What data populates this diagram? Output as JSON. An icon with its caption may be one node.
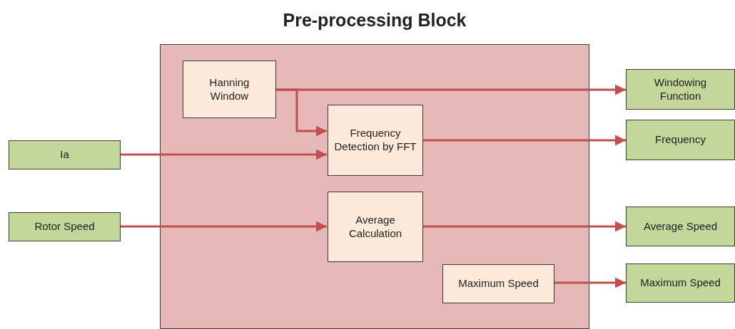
{
  "diagram": {
    "nodes": [
      {
        "text": [
          "Pre-processing Block"
        ]
      },
      {
        "text": [
          "Hanning Window"
        ],
        "in": 0
      },
      {
        "text": [
          "Frequency Detection by FFT"
        ],
        "in": 0
      },
      {
        "text": [
          "Average Calculation"
        ],
        "in": 0
      },
      {
        "text": [
          "Maximum Speed"
        ],
        "in": 0
      },
      {
        "text": [
          "Ia"
        ]
      },
      {
        "text": [
          "Rotor Speed"
        ]
      },
      {
        "text": [
          "Windowing Function"
        ]
      },
      {
        "text": [
          "Frequency"
        ]
      },
      {
        "text": [
          "Average Speed"
        ]
      },
      {
        "text": [
          "Maximum Speed"
        ]
      }
    ],
    "edges": [
      {
        "from": 1,
        "to": 7,
        "arrow": "to"
      },
      {
        "from": 1,
        "to": 2,
        "arrow": "to"
      },
      {
        "from": 5,
        "to": 2,
        "arrow": "to"
      },
      {
        "from": 2,
        "to": 8,
        "arrow": "to"
      },
      {
        "from": 6,
        "to": 3,
        "arrow": "to"
      },
      {
        "from": 3,
        "to": 9,
        "arrow": "to"
      },
      {
        "from": 4,
        "to": 10,
        "arrow": "to"
      }
    ]
  }
}
